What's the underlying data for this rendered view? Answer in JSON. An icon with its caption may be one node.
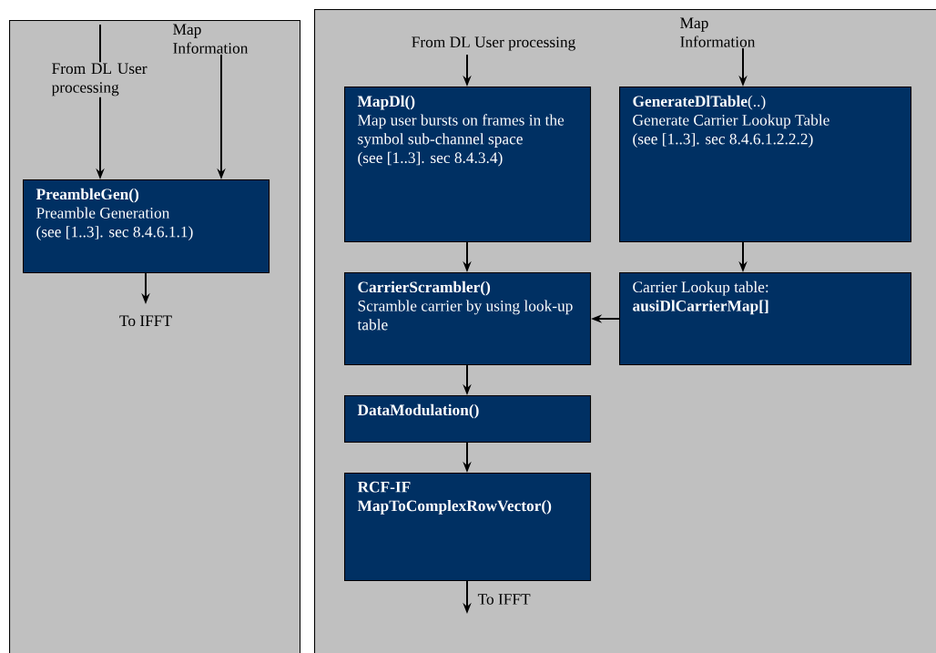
{
  "diagram": {
    "nodes": [
      {
        "text": [],
        "shape": "box"
      },
      {
        "text": [
          "PreambleGen()",
          "Preamble Generation",
          "(see [1..3]. sec 8.4.6.1.1)"
        ],
        "in": 0
      },
      {
        "text": [],
        "shape": "box"
      },
      {
        "text": [
          "MapDl()",
          "Map user bursts on frames in the symbol sub-channel space",
          "(see [1..3]. sec 8.4.3.4)"
        ],
        "in": 2
      },
      {
        "text": [
          "**GenerateDlTable**(..)",
          "Generate Carrier Lookup Table",
          "(see [1..3]. sec 8.4.6.1.2.2.2)"
        ],
        "in": 2
      },
      {
        "text": [
          "CarrierScrambler()",
          "Scramble carrier by using look-up table"
        ],
        "in": 2
      },
      {
        "text": [
          "Carrier Lookup table: **ausiDlCarrierMap[]**"
        ],
        "in": 2
      },
      {
        "text": [
          "DataModulation()"
        ],
        "in": 2
      },
      {
        "text": [
          "RCF-IF MapToComplexRowVector()"
        ],
        "in": 2
      }
    ],
    "edges": [
      {
        "from": null,
        "to": 1,
        "arrow": "to",
        "label": "From DL User processing"
      },
      {
        "from": null,
        "to": 1,
        "arrow": "to",
        "label": "Map Information"
      },
      {
        "from": 1,
        "to": null,
        "arrow": "to",
        "label": "To IFFT"
      },
      {
        "from": null,
        "to": 3,
        "arrow": "to",
        "label": "From DL User processing"
      },
      {
        "from": null,
        "to": 4,
        "arrow": "to",
        "label": "Map Information"
      },
      {
        "from": 3,
        "to": 5,
        "arrow": "to"
      },
      {
        "from": 4,
        "to": 6,
        "arrow": "to"
      },
      {
        "from": 6,
        "to": 5,
        "arrow": "to"
      },
      {
        "from": 5,
        "to": 7,
        "arrow": "to"
      },
      {
        "from": 7,
        "to": 8,
        "arrow": "to"
      },
      {
        "from": 8,
        "to": null,
        "arrow": "to",
        "label": "To IFFT"
      }
    ]
  }
}
